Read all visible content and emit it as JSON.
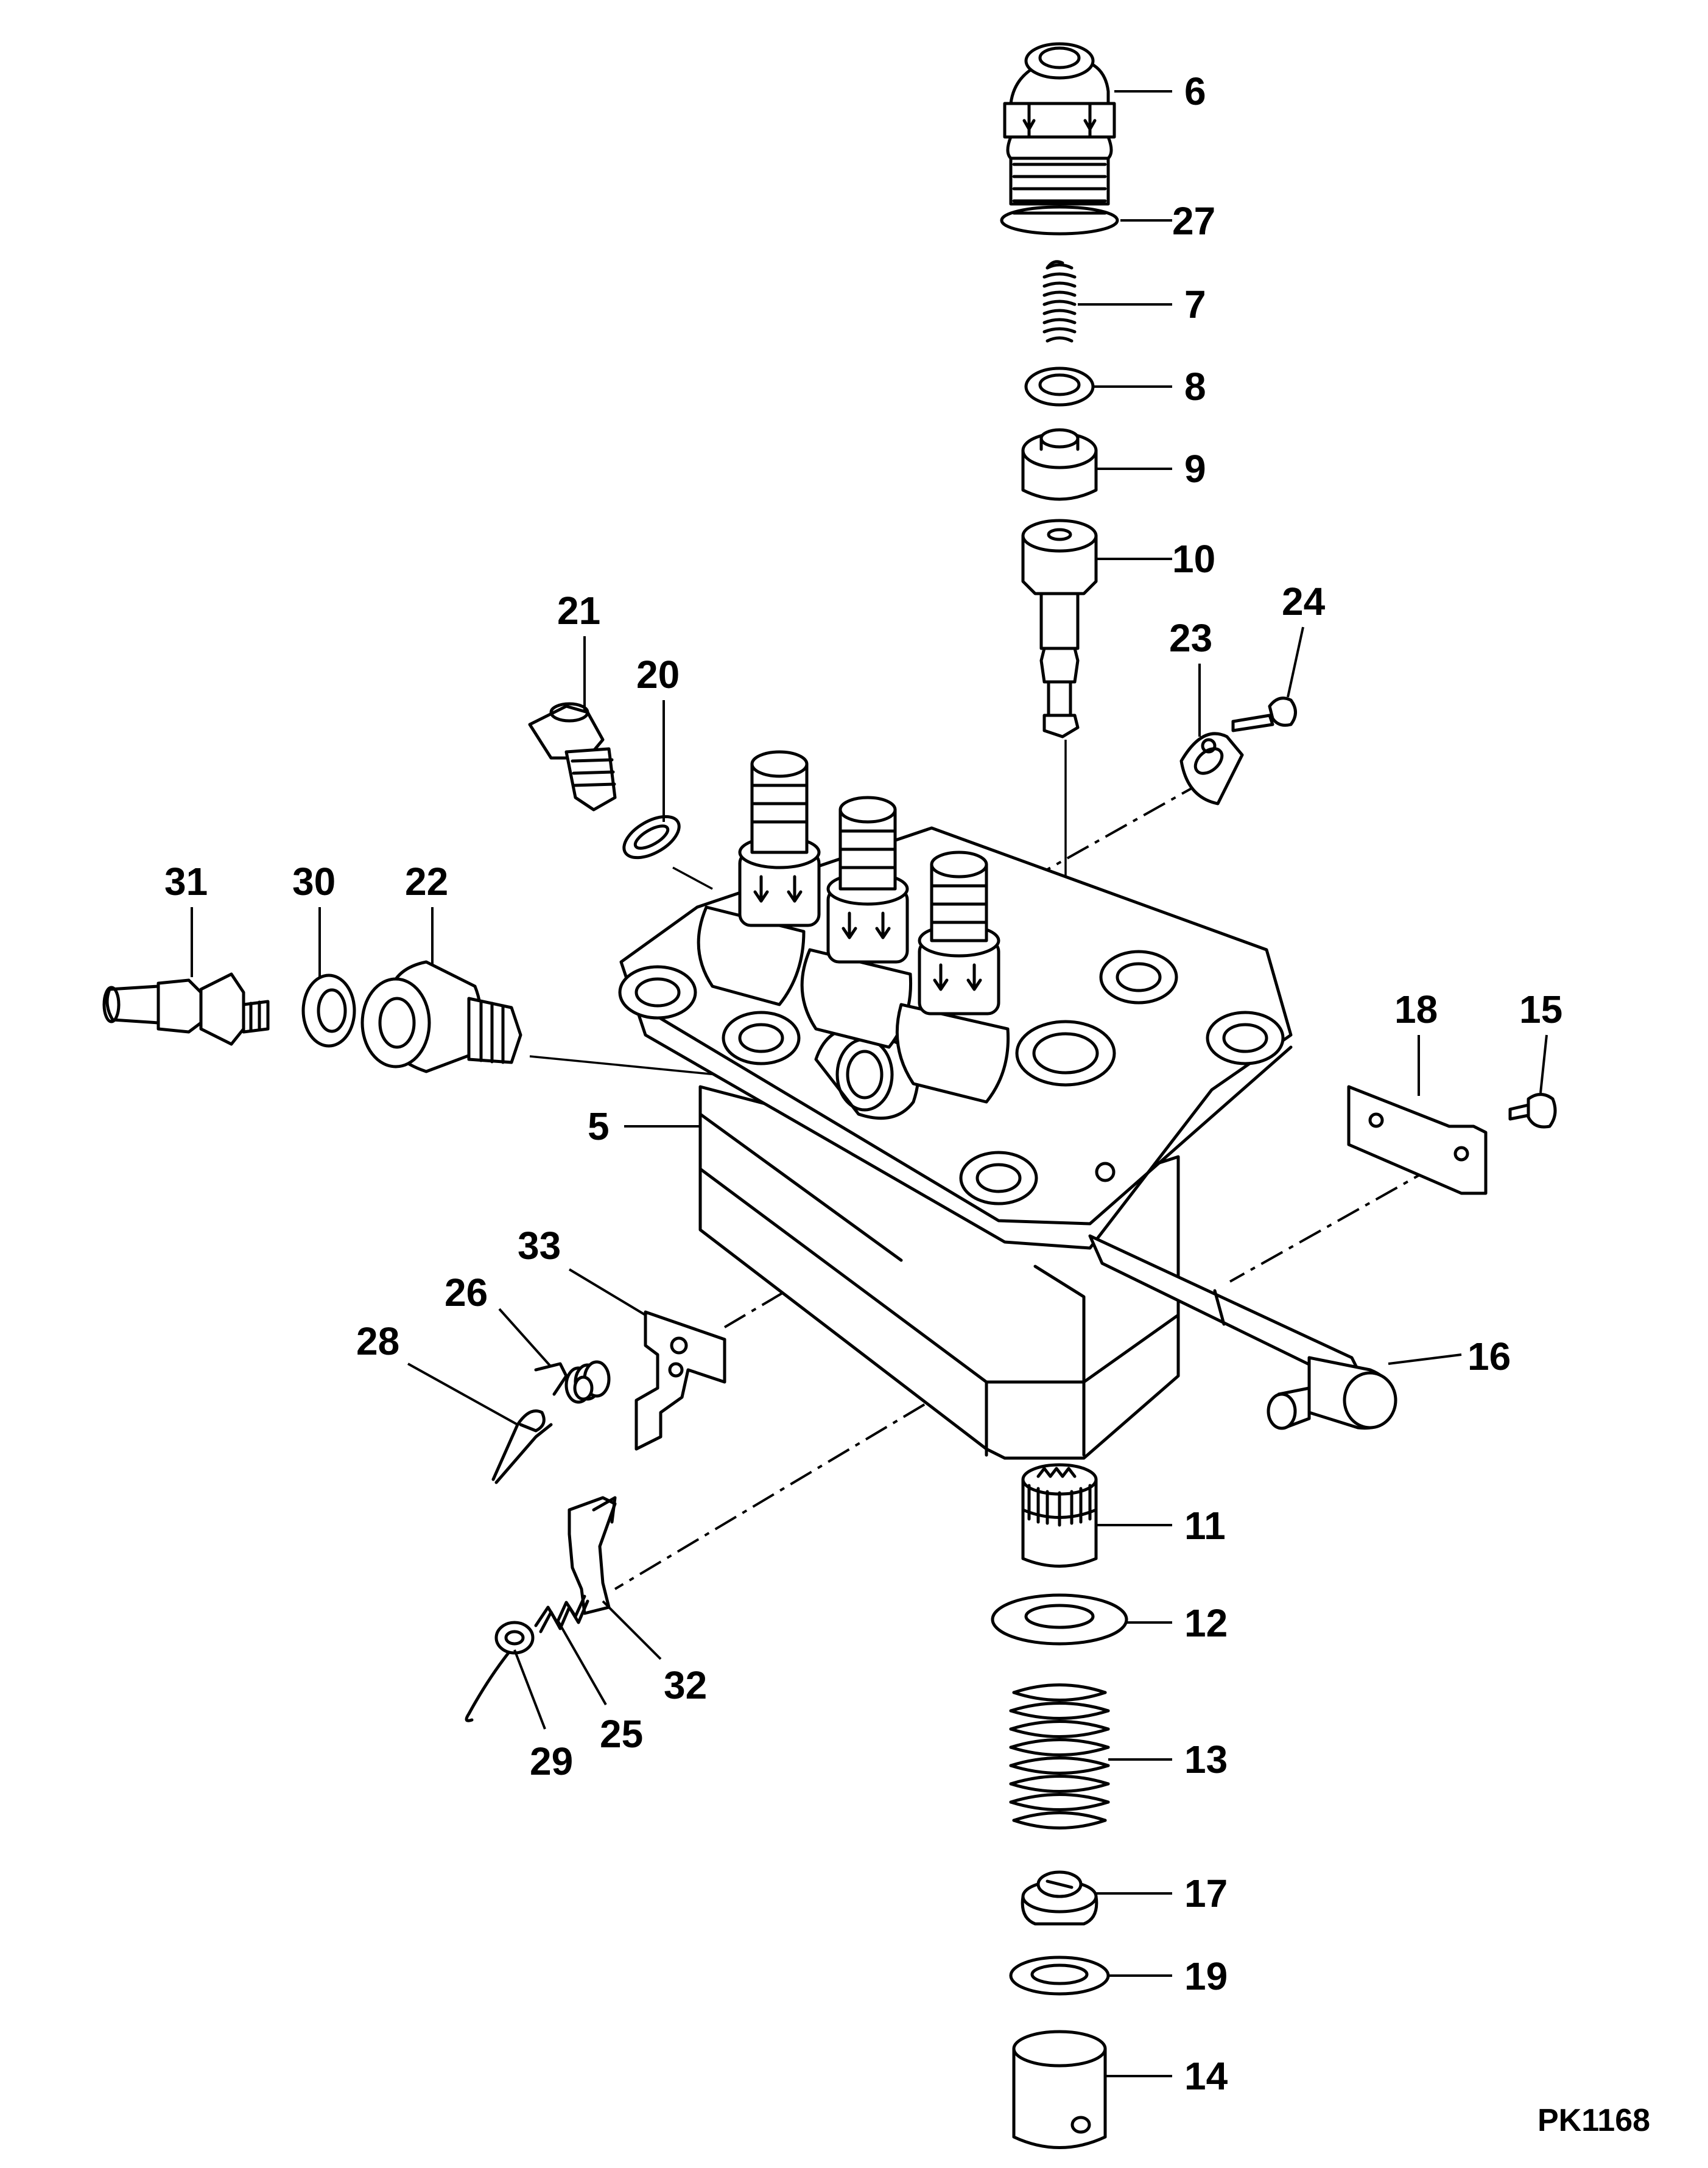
{
  "drawing_code": "PK1168",
  "callouts": [
    {
      "id": "6",
      "label": "6"
    },
    {
      "id": "27",
      "label": "27"
    },
    {
      "id": "7",
      "label": "7"
    },
    {
      "id": "8",
      "label": "8"
    },
    {
      "id": "9",
      "label": "9"
    },
    {
      "id": "10",
      "label": "10"
    },
    {
      "id": "21",
      "label": "21"
    },
    {
      "id": "20",
      "label": "20"
    },
    {
      "id": "23",
      "label": "23"
    },
    {
      "id": "24",
      "label": "24"
    },
    {
      "id": "31",
      "label": "31"
    },
    {
      "id": "30",
      "label": "30"
    },
    {
      "id": "22",
      "label": "22"
    },
    {
      "id": "18",
      "label": "18"
    },
    {
      "id": "15",
      "label": "15"
    },
    {
      "id": "5",
      "label": "5"
    },
    {
      "id": "33",
      "label": "33"
    },
    {
      "id": "26",
      "label": "26"
    },
    {
      "id": "28",
      "label": "28"
    },
    {
      "id": "16",
      "label": "16"
    },
    {
      "id": "11",
      "label": "11"
    },
    {
      "id": "12",
      "label": "12"
    },
    {
      "id": "32",
      "label": "32"
    },
    {
      "id": "25",
      "label": "25"
    },
    {
      "id": "29",
      "label": "29"
    },
    {
      "id": "13",
      "label": "13"
    },
    {
      "id": "17",
      "label": "17"
    },
    {
      "id": "19",
      "label": "19"
    },
    {
      "id": "14",
      "label": "14"
    }
  ]
}
